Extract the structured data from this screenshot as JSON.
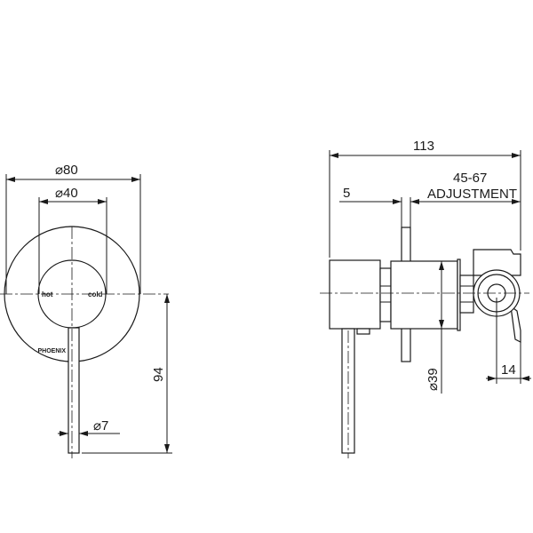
{
  "front_view": {
    "outer_diameter": "⌀80",
    "inner_diameter": "⌀40",
    "handle_diameter": "⌀7",
    "handle_height": "94",
    "label_hot": "hot",
    "label_cold": "cold",
    "logo": "PHOENIX"
  },
  "side_view": {
    "overall_depth": "113",
    "plate_thickness": "5",
    "adjustment_range": "45-67",
    "adjustment_label": "ADJUSTMENT",
    "body_diameter": "⌀39",
    "outlet_offset": "14"
  },
  "colors": {
    "line": "#1a1a1a",
    "background": "#ffffff"
  }
}
